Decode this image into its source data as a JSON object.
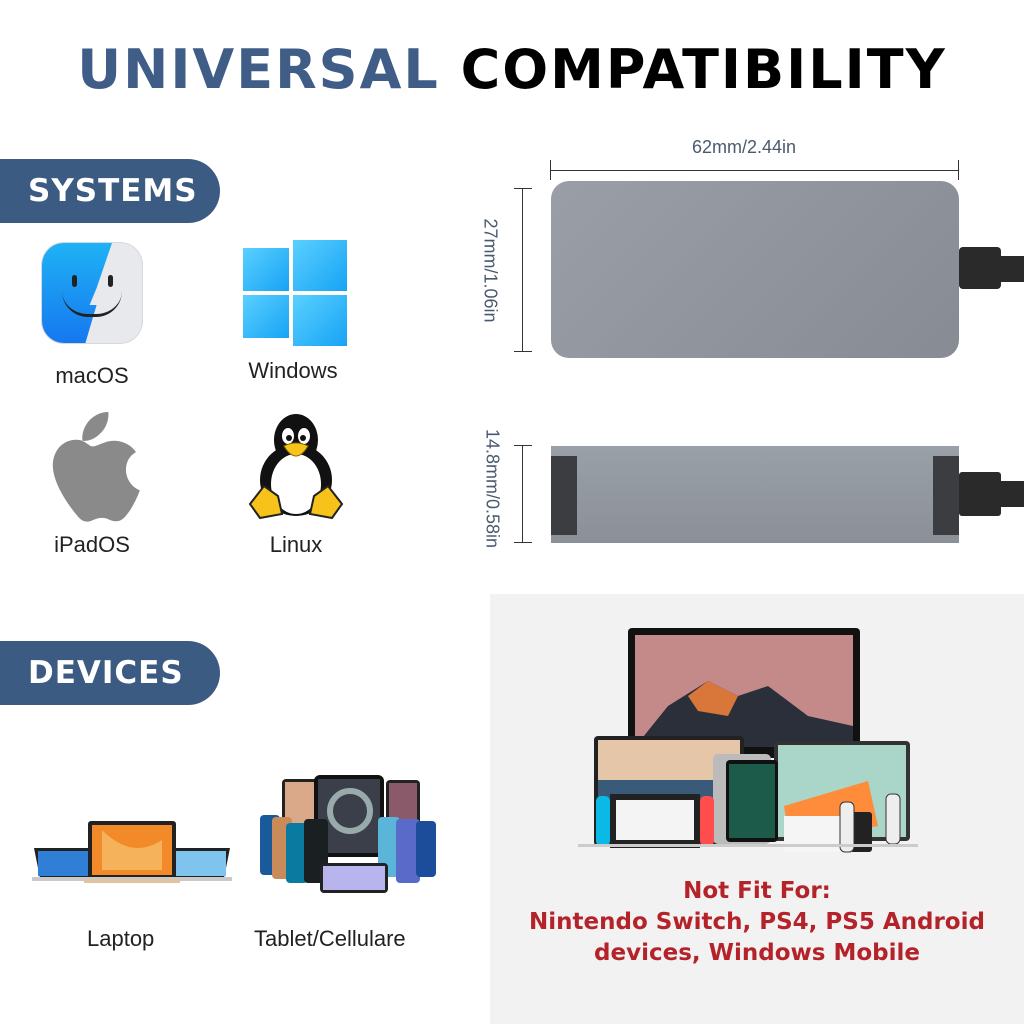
{
  "title": {
    "part1": "UNIVERSAL",
    "part2": "COMPATIBILITY",
    "color1": "#3f5d87",
    "color2": "#000000"
  },
  "systems": {
    "banner": "SYSTEMS",
    "items": [
      {
        "label": "macOS",
        "icon": "finder-icon"
      },
      {
        "label": "Windows",
        "icon": "windows-icon"
      },
      {
        "label": "iPadOS",
        "icon": "apple-icon"
      },
      {
        "label": "Linux",
        "icon": "tux-icon"
      }
    ]
  },
  "devices": {
    "banner": "DEVICES",
    "items": [
      {
        "label": "Laptop",
        "icon": "laptops-image"
      },
      {
        "label": "Tablet/Cellulare",
        "icon": "phones-tablets-image"
      }
    ]
  },
  "dimensions": {
    "width": "62mm/2.44in",
    "height": "27mm/1.06in",
    "thickness": "14.8mm/0.58in"
  },
  "not_fit": {
    "heading": "Not Fit For:",
    "line1": "Nintendo Switch, PS4, PS5 Android",
    "line2": "devices, Windows Mobile",
    "color": "#b5232a"
  },
  "colors": {
    "banner": "#3c5b82",
    "panel": "#f2f2f2"
  }
}
